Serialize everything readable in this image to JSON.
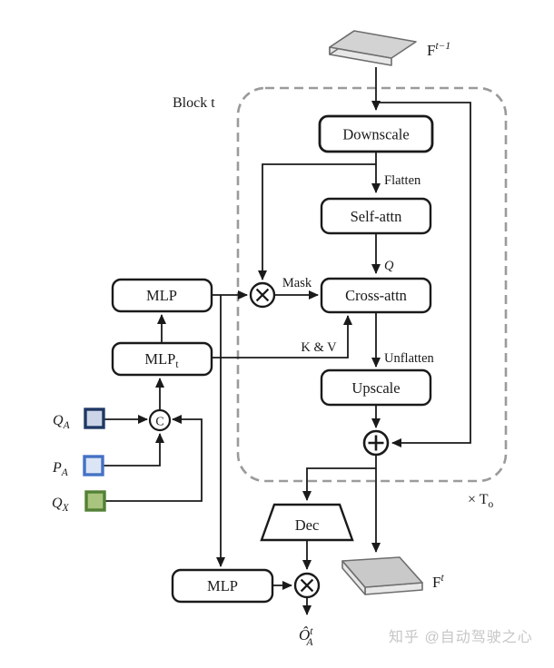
{
  "diagram": {
    "block_label": "Block t",
    "repeat_label": {
      "base": "× T",
      "sub": "o"
    },
    "nodes": {
      "downscale": "Downscale",
      "self_attn": "Self-attn",
      "cross_attn": "Cross-attn",
      "upscale": "Upscale",
      "mlp_top": "MLP",
      "mlp_t": {
        "base": "MLP",
        "sub": "t"
      },
      "mlp_bottom": "MLP",
      "dec": "Dec"
    },
    "operators": {
      "concat": "C"
    },
    "edge_labels": {
      "flatten": "Flatten",
      "q": "Q",
      "mask": "Mask",
      "kv": "K & V",
      "unflatten": "Unflatten"
    },
    "tensors": {
      "f_prev": {
        "base": "F",
        "sup": "t−1"
      },
      "f_curr": {
        "base": "F",
        "sup": "t"
      }
    },
    "inputs": [
      {
        "base": "Q",
        "sub": "A",
        "border": "#1f3864",
        "fill": "#ccd5e8"
      },
      {
        "base": "P",
        "sub": "A",
        "border": "#4472c4",
        "fill": "#dce5f5"
      },
      {
        "base": "Q",
        "sub": "X",
        "border": "#538135",
        "fill": "#a9c47e"
      }
    ],
    "output": {
      "base": "Ô",
      "sup": "t",
      "sub": "A"
    },
    "colors": {
      "ink": "#1a1a1a",
      "dashed_border": "#9b9b9b",
      "slab_top": "#d3d3d3",
      "slab_side": "#e7e7e7",
      "slab_stroke": "#6e6e6e"
    }
  },
  "watermark": {
    "text": "知乎 @自动驾驶之心",
    "color": "#c6c6c6"
  }
}
